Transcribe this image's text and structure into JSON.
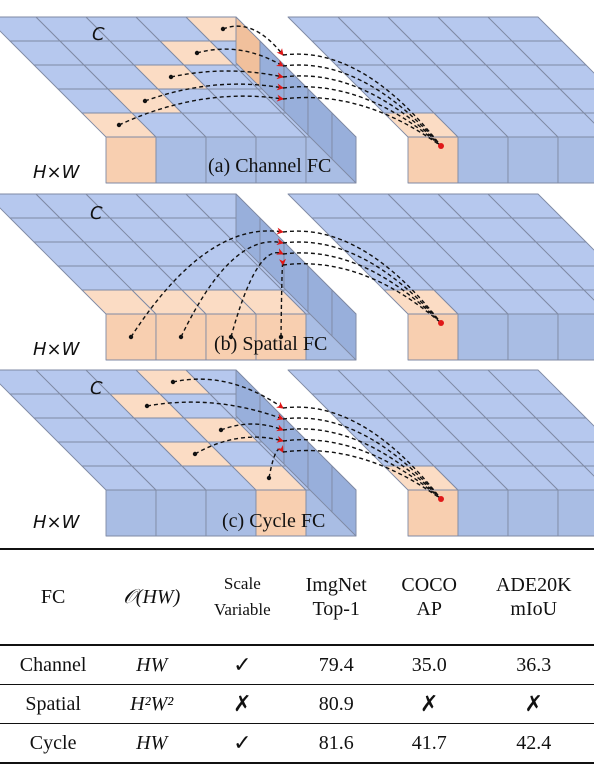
{
  "diagram": {
    "panels": [
      {
        "caption": "(a) Channel FC",
        "label_c": "C",
        "label_hw": "H×W"
      },
      {
        "caption": "(b) Spatial FC",
        "label_c": "C",
        "label_hw": "H×W"
      },
      {
        "caption": "(c) Cycle FC",
        "label_c": "C",
        "label_hw": "H×W"
      }
    ],
    "colors": {
      "top": "#b6c8ee",
      "front": "#a9bde4",
      "side": "#98afdb",
      "top_hl": "#fbdcc4",
      "front_hl": "#f8cfb0",
      "side_hl": "#f1c09c",
      "grid": "#7f8aa4",
      "arrow": "#e01818",
      "curve": "#111111"
    }
  },
  "table": {
    "headers": {
      "fc": "FC",
      "complexity": "𝒪(HW)",
      "scale_1": "Scale",
      "scale_2": "Variable",
      "imgnet_1": "ImgNet",
      "imgnet_2": "Top-1",
      "coco_1": "COCO",
      "coco_2": "AP",
      "ade_1": "ADE20K",
      "ade_2": "mIoU"
    },
    "rows": [
      {
        "fc": "Channel",
        "complexity": "HW",
        "scale": "✓",
        "imgnet": "79.4",
        "coco": "35.0",
        "ade": "36.3"
      },
      {
        "fc": "Spatial",
        "complexity": "H²W²",
        "scale": "✗",
        "imgnet": "80.9",
        "coco": "✗",
        "ade": "✗"
      },
      {
        "fc": "Cycle",
        "complexity": "HW",
        "scale": "✓",
        "imgnet": "81.6",
        "coco": "41.7",
        "ade": "42.4"
      }
    ]
  }
}
